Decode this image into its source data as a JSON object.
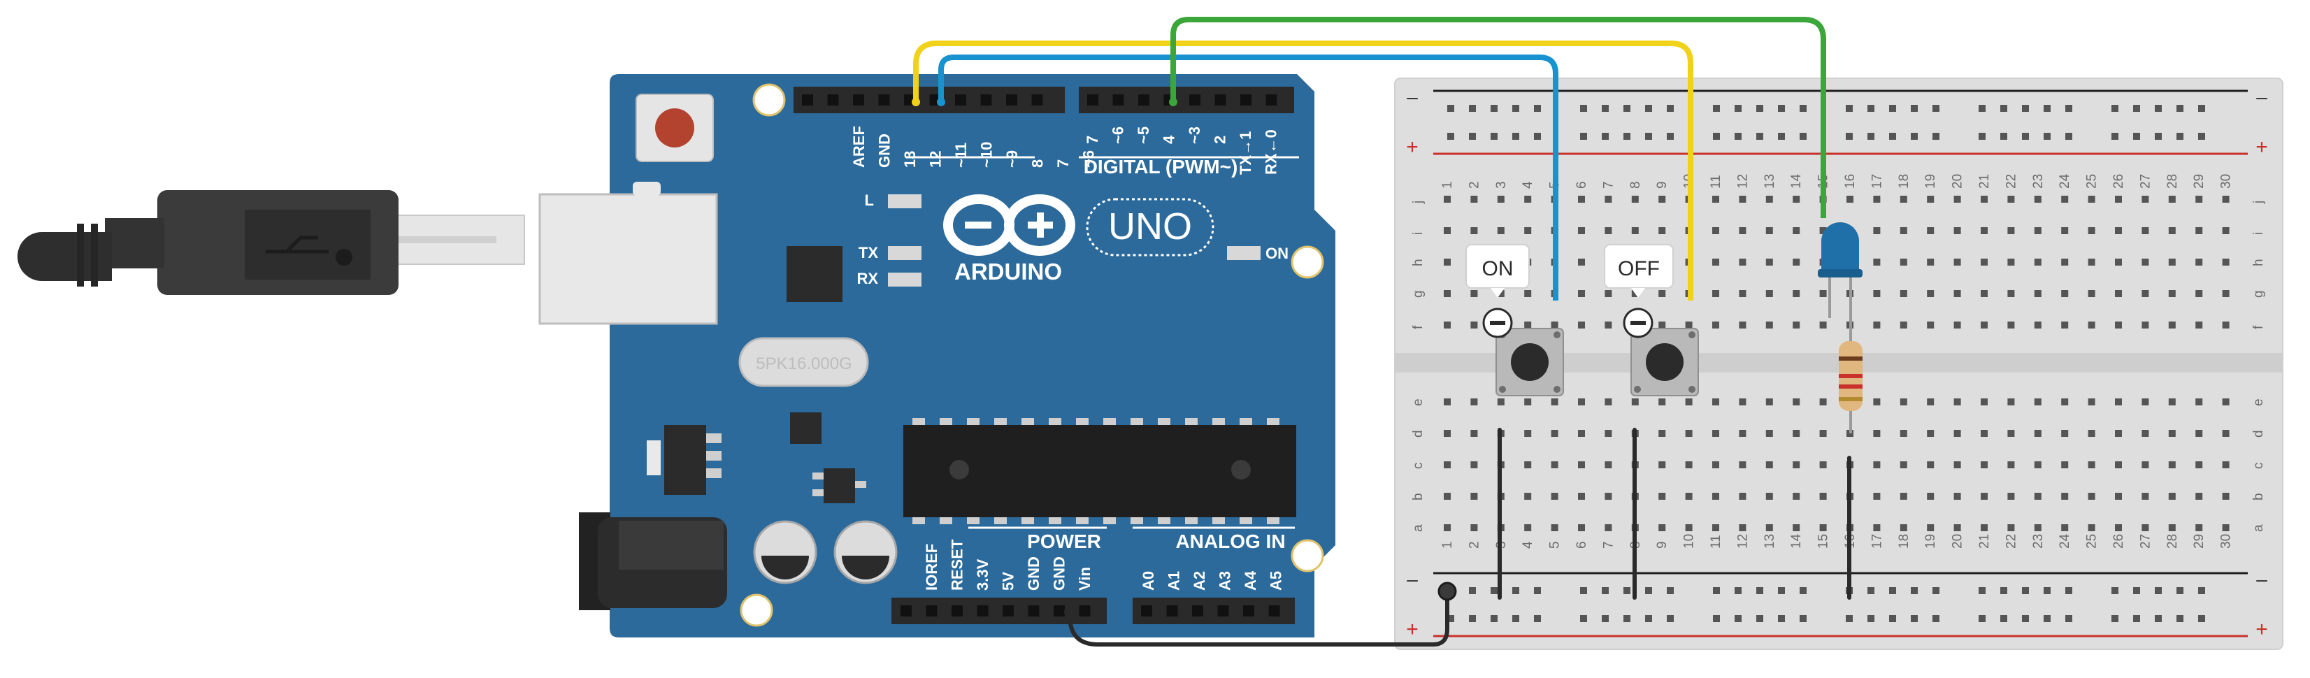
{
  "board": {
    "name": "ARDUINO",
    "model": "UNO",
    "on_label": "ON",
    "led_l": "L",
    "led_tx": "TX",
    "led_rx": "RX",
    "digital_title": "DIGITAL (PWM~)",
    "digital_pins": [
      "AREF",
      "GND",
      "13",
      "12",
      "~11",
      "~10",
      "~9",
      "8",
      "7",
      "~6",
      "~5",
      "4",
      "~3",
      "2",
      "TX→1",
      "RX←0"
    ],
    "power_title": "POWER",
    "power_pins": [
      "IOREF",
      "RESET",
      "3.3V",
      "5V",
      "GND",
      "GND",
      "Vin"
    ],
    "analog_title": "ANALOG IN",
    "analog_pins": [
      "A0",
      "A1",
      "A2",
      "A3",
      "A4",
      "A5"
    ],
    "crystal": "5PK16.000G"
  },
  "breadboard": {
    "columns": 30,
    "rows_top": [
      "j",
      "i",
      "h",
      "g",
      "f"
    ],
    "rows_bottom": [
      "e",
      "d",
      "c",
      "b",
      "a"
    ],
    "rail_minus": "–",
    "rail_plus": "+"
  },
  "buttons": [
    {
      "label": "ON"
    },
    {
      "label": "OFF"
    }
  ],
  "colors": {
    "board": "#2b6a9b",
    "wire_yellow": "#f1d21a",
    "wire_blue": "#1993cf",
    "wire_green": "#3ba63a",
    "wire_black": "#2a2a2a",
    "led": "#1f6fa8",
    "rail_red": "#c9302c"
  }
}
